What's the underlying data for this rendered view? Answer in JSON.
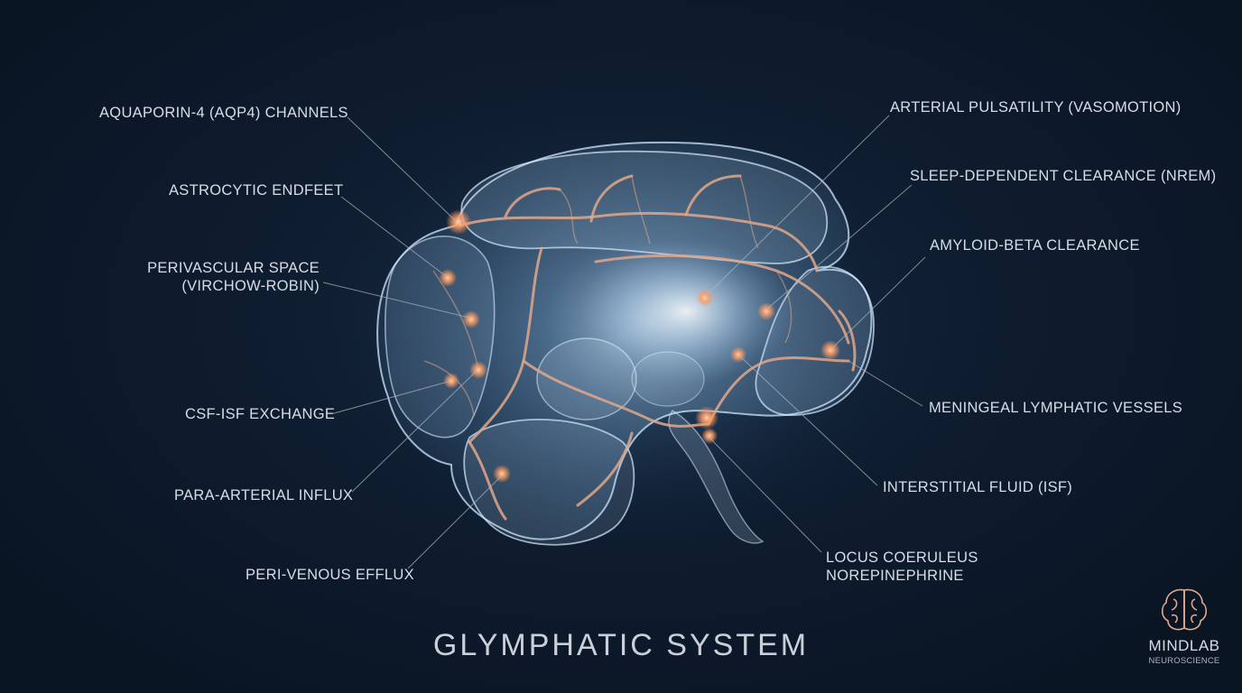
{
  "title": "GLYMPHATIC SYSTEM",
  "labels": {
    "aqp4": "AQUAPORIN-4 (AQP4) CHANNELS",
    "endfeet": "ASTROCYTIC ENDFEET",
    "perivascular_1": "PERIVASCULAR SPACE",
    "perivascular_2": "(VIRCHOW-ROBIN)",
    "csf_isf": "CSF-ISF EXCHANGE",
    "para_arterial": "PARA-ARTERIAL INFLUX",
    "peri_venous": "PERI-VENOUS EFFLUX",
    "arterial": "ARTERIAL PULSATILITY (VASOMOTION)",
    "sleep": "SLEEP-DEPENDENT CLEARANCE (NREM)",
    "amyloid": "AMYLOID-BETA CLEARANCE",
    "meningeal": "MENINGEAL LYMPHATIC VESSELS",
    "isf": "INTERSTITIAL FLUID (ISF)",
    "locus_1": "LOCUS COERULEUS",
    "locus_2": "NOREPINEPHRINE"
  },
  "logo": {
    "name": "MINDLAB",
    "subtitle": "NEUROSCIENCE"
  },
  "colors": {
    "background": "#0f1d30",
    "glow": "#bfe3ff",
    "vessel": "#e0a78a",
    "node": "#ffb07a",
    "text": "#d6dde6"
  }
}
